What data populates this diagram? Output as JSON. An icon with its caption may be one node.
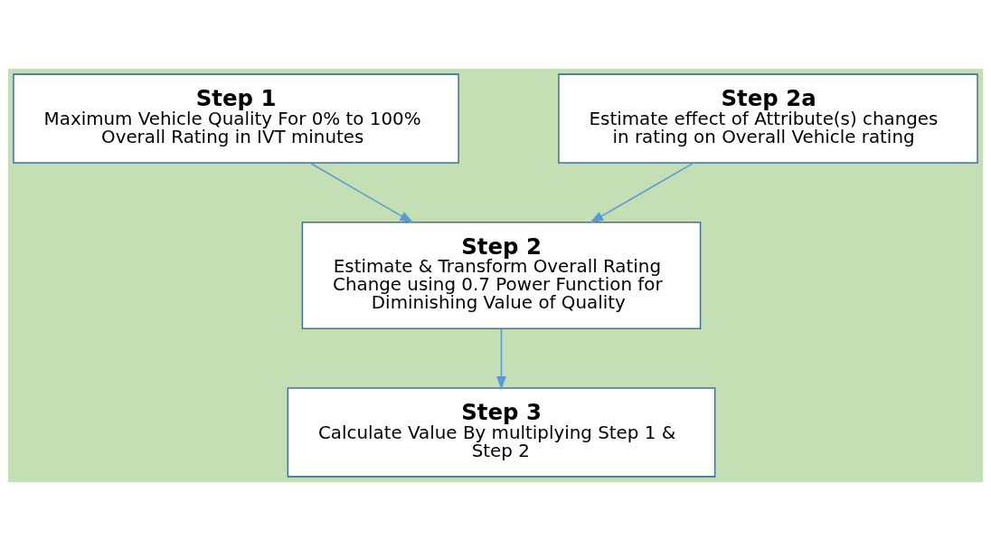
{
  "diagram": {
    "nodes": [
      {
        "text": [
          "Step 1",
          "Maximum Vehicle Quality For 0% to 100% Overall Rating in IVT minutes"
        ]
      },
      {
        "text": [
          "Step 2a",
          "Estimate effect of Attribute(s) changes in rating on Overall Vehicle rating"
        ]
      },
      {
        "text": [
          "Step 2",
          "Estimate & Transform Overall Rating Change using 0.7 Power Function for Diminishing Value of Quality"
        ]
      },
      {
        "text": [
          "Step 3",
          "Calculate Value By multiplying Step 1 & Step 2"
        ]
      }
    ],
    "edges": [
      {
        "from": 0,
        "to": 2,
        "arrow": "to"
      },
      {
        "from": 1,
        "to": 2,
        "arrow": "to"
      },
      {
        "from": 2,
        "to": 3,
        "arrow": "to"
      }
    ]
  }
}
